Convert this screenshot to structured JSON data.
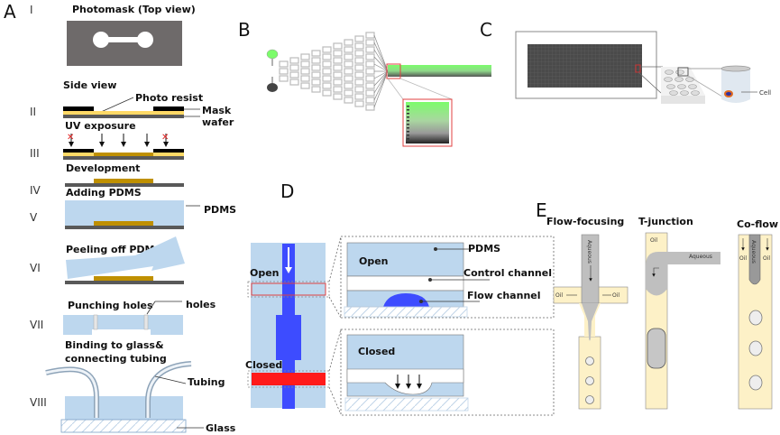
{
  "colors": {
    "pdms": "#bdd7ee",
    "mask": "#000000",
    "photoresist": "#ffd966",
    "developed_resist": "#bf9000",
    "wafer": "#595959",
    "photomask": "#6e6a6a",
    "gradient_green": "#7cfc6b",
    "flow_channel": "#3d4cff",
    "closed_valve": "#ff1a1a",
    "highlight_box": "#e04040",
    "oil": "#fdf1c7",
    "aqueous": "#bfbfbf"
  },
  "panel_a": {
    "letter": "A",
    "steps": [
      {
        "roman": "I",
        "label": "Photomask (Top view)"
      },
      {
        "roman": "II",
        "label": "Side view",
        "annotations": [
          "Photo resist",
          "Mask",
          "wafer"
        ]
      },
      {
        "roman": "III",
        "label": "UV exposure"
      },
      {
        "roman": "IV",
        "label": "Development"
      },
      {
        "roman": "V",
        "label": "Adding PDMS",
        "annotations": [
          "PDMS"
        ]
      },
      {
        "roman": "VI",
        "label": "Peeling off PDMS"
      },
      {
        "roman": "VII",
        "label": "Punching holes",
        "annotations": [
          "holes"
        ]
      },
      {
        "roman": "VIII",
        "label": "Binding to glass&",
        "label2": "connecting tubing",
        "annotations": [
          "Tubing",
          "Glass"
        ]
      }
    ]
  },
  "panel_b": {
    "letter": "B"
  },
  "panel_c": {
    "letter": "C",
    "annotations": [
      "Cell"
    ]
  },
  "panel_d": {
    "letter": "D",
    "left_labels": [
      "Open",
      "Closed"
    ],
    "open_inset": {
      "title": "Open",
      "annotations": [
        "PDMS",
        "Control channel",
        "Flow channel"
      ]
    },
    "closed_inset": {
      "title": "Closed"
    }
  },
  "panel_e": {
    "letter": "E",
    "devices": [
      {
        "title": "Flow-focusing",
        "labels": [
          "Aqueous",
          "Oil",
          "Oil"
        ]
      },
      {
        "title": "T-junction",
        "labels": [
          "Oil",
          "Aqueous"
        ]
      },
      {
        "title": "Co-flow",
        "labels": [
          "Oil",
          "Aqueous",
          "Oil"
        ]
      }
    ]
  }
}
